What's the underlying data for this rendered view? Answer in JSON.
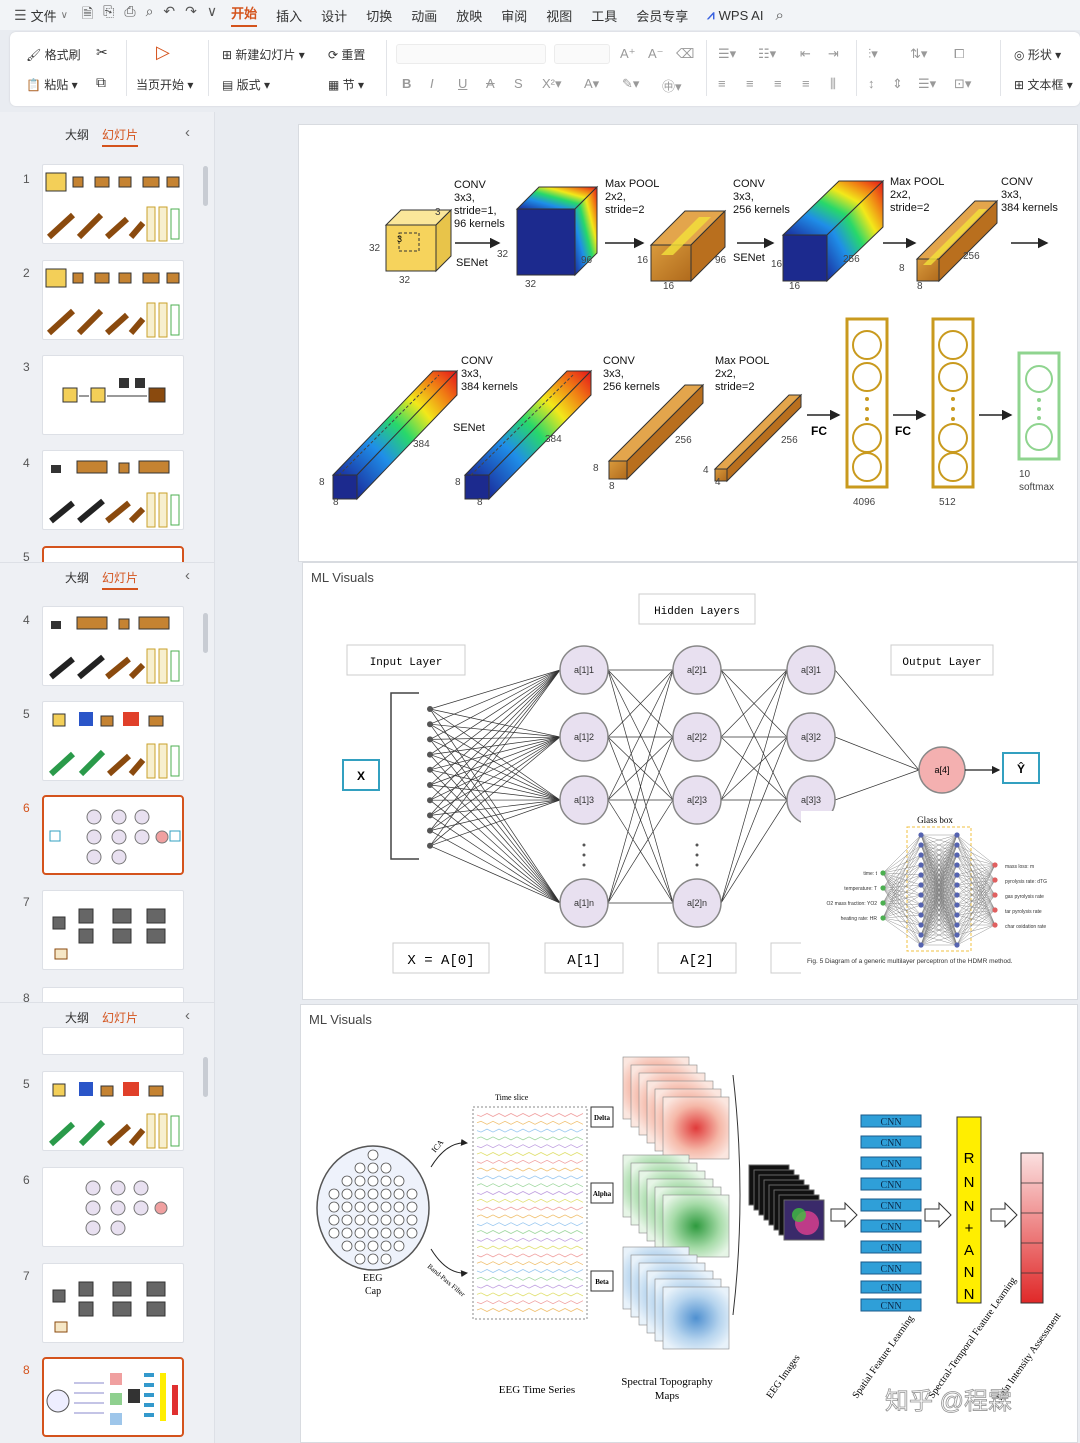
{
  "menu": {
    "file": "文件",
    "items": [
      "开始",
      "插入",
      "设计",
      "切换",
      "动画",
      "放映",
      "审阅",
      "视图",
      "工具",
      "会员专享"
    ],
    "ai": "WPS AI"
  },
  "ribbon": {
    "format_painter": "格式刷",
    "paste": "粘贴",
    "from_current": "当页开始",
    "new_slide": "新建幻灯片",
    "layout": "版式",
    "reset": "重置",
    "section": "节",
    "shape": "形状",
    "textbox": "文本框"
  },
  "panel": {
    "outline": "大纲",
    "slides": "幻灯片"
  },
  "groups": [
    {
      "nums": [
        "1",
        "2",
        "3",
        "4",
        "5"
      ]
    },
    {
      "nums": [
        "4",
        "5",
        "6",
        "7",
        "8"
      ]
    },
    {
      "nums": [
        "5",
        "6",
        "7",
        "8"
      ]
    }
  ],
  "cnn": {
    "l1_top": "CONV",
    "l1_a": "3x3,",
    "l1_b": "stride=1,",
    "l1_c": "96 kernels",
    "senet": "SENet",
    "mp": "Max POOL",
    "mp_a": "2x2,",
    "mp_b": "stride=2",
    "c2_a": "3x3,",
    "c2_b": "256 kernels",
    "c3_b": "384 kernels",
    "fc": "FC",
    "softmax": "softmax",
    "n3": "3",
    "n32": "32",
    "n96": "96",
    "n16": "16",
    "n256": "256",
    "n8": "8",
    "n384": "384",
    "n4": "4",
    "n4096": "4096",
    "n512": "512",
    "n10": "10"
  },
  "nn": {
    "title": "ML Visuals",
    "hidden": "Hidden Layers",
    "input": "Input Layer",
    "output": "Output Layer",
    "x": "X",
    "yhat": "Ŷ",
    "a0": "X = A[0]",
    "a1": "A[1]",
    "a2": "A[2]",
    "n1": [
      "a[1]1",
      "a[1]2",
      "a[1]3",
      "a[1]n"
    ],
    "n2": [
      "a[2]1",
      "a[2]2",
      "a[2]3",
      "a[2]n"
    ],
    "n3": [
      "a[3]1",
      "a[3]2",
      "a[3]3"
    ],
    "n4": "a[4]",
    "glass": "Glass box",
    "fig": "Fig. 5   Diagram of a generic multilayer perceptron of the HDMR method.",
    "inputs": [
      "time: t",
      "temperature: T",
      "O2 mass fraction: YO2",
      "heating rate: HR"
    ],
    "outputs": [
      "mass loss: m",
      "pyrolysis rate: dTG",
      "gas pyrolysis rate",
      "tar pyrolysis rate",
      "char oxidation rate"
    ]
  },
  "eeg": {
    "title": "ML Visuals",
    "time_slice": "Time slice",
    "ica": "ICA",
    "bandpass": "Band-Pass Filter",
    "cap": "EEG",
    "cap2": "Cap",
    "bands": [
      "Delta",
      "Alpha",
      "Beta"
    ],
    "series": "EEG Time Series",
    "maps": "Spectral Topography",
    "maps2": "Maps",
    "images": "EEG Images",
    "cnn": "CNN",
    "rnn": [
      "R",
      "N",
      "N",
      "+",
      "A",
      "N",
      "N"
    ],
    "spatial": "Spatial Feature Learning",
    "spectral": "Spectral-Temporal Feature Learning",
    "pain": "Pain Intensity Assessment",
    "watermark": "知乎 @程霖"
  }
}
